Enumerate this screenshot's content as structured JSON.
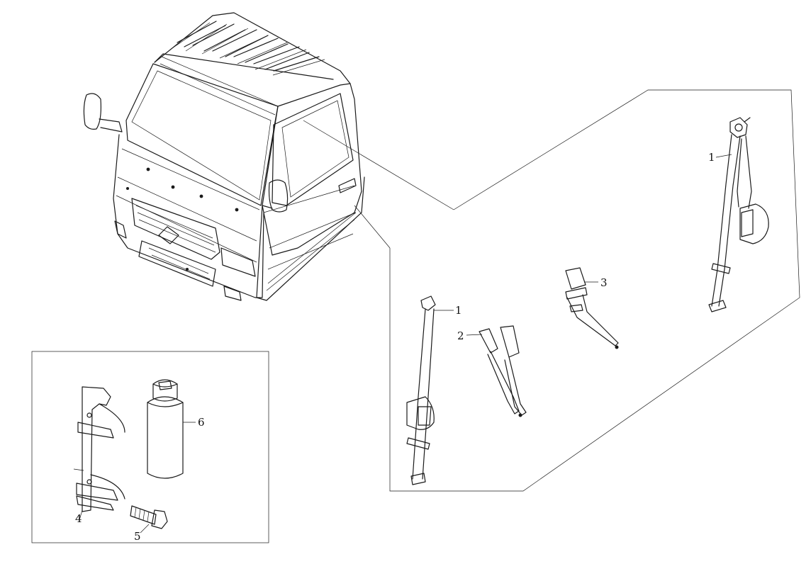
{
  "callouts": {
    "belt_right_1": "1",
    "belt_left_1": "1",
    "buckle_2": "2",
    "buckle_3": "3",
    "bracket_4": "4",
    "bolt_5": "5",
    "bottle_6": "6"
  }
}
